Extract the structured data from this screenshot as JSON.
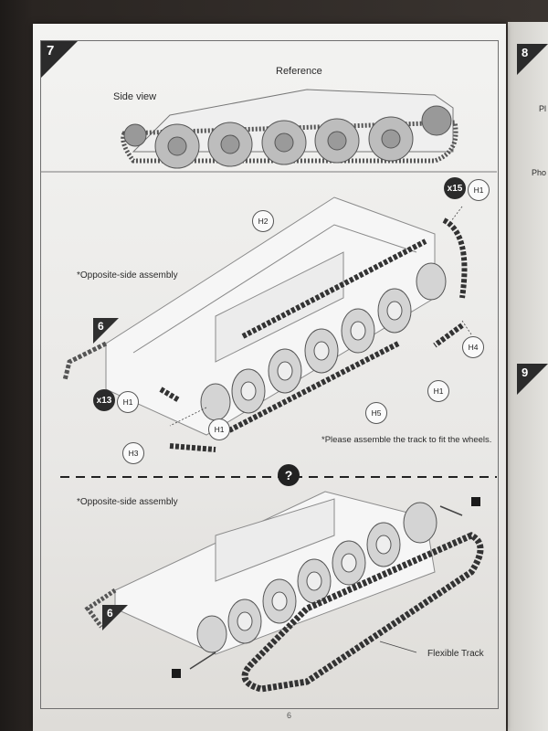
{
  "step": {
    "number": "7",
    "next_step_left": "8",
    "next_step_right": "9"
  },
  "reference": {
    "title": "Reference",
    "side_view_label": "Side view"
  },
  "main": {
    "opposite_side_label": "*Opposite-side assembly",
    "step_ref": "6",
    "qty_track_top": "x15",
    "qty_track_left": "x13",
    "parts": {
      "h1": "H1",
      "h2": "H2",
      "h3": "H3",
      "h4": "H4",
      "h5": "H5"
    },
    "note": "*Please assemble the track to fit the wheels."
  },
  "alt": {
    "question_icon": "question-mark-icon",
    "opposite_side_label": "*Opposite-side assembly",
    "step_ref": "6",
    "flexible_track_label": "Flexible Track"
  },
  "footer": {
    "page_number": "6"
  },
  "right_page": {
    "snippets": [
      "Pl",
      "Pho"
    ]
  }
}
